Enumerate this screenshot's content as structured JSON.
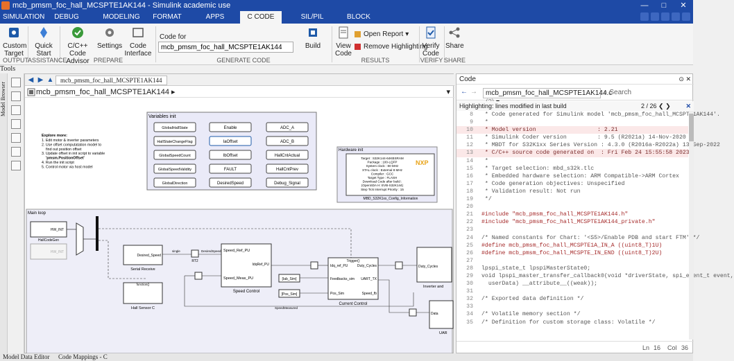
{
  "window": {
    "title": "mcb_pmsm_foc_hall_MCSPTE1AK144 - Simulink academic use",
    "controls": [
      "—",
      "□",
      "✕"
    ]
  },
  "tabs": [
    "SIMULATION",
    "DEBUG",
    "MODELING",
    "FORMAT",
    "APPS",
    "C CODE",
    "SIL/PIL",
    "BLOCK"
  ],
  "active_tab": "C CODE",
  "ribbon": {
    "custom_target": "Custom Target",
    "quick_start": "Quick Start",
    "code_advisor": "C/C++ Code Advisor",
    "settings": "Settings",
    "code_interface": "Code Interface",
    "code_for_label": "Code for",
    "code_for_value": "mcb_pmsm_foc_hall_MCSPTE1AK144",
    "build": "Build",
    "view_code": "View Code",
    "open_report": "Open Report",
    "remove_highlighting": "Remove Highlighting",
    "verify_code": "Verify Code",
    "share": "Share",
    "groups": [
      "OUTPUT",
      "ASSISTANCE",
      "PREPARE",
      "GENERATE CODE",
      "RESULTS",
      "VERIFY",
      "SHARE"
    ]
  },
  "tools_label": "Tools",
  "model_browser_label": "Model Browser",
  "model_tab": "mcb_pmsm_foc_hall_MCSPTE1AK144",
  "breadcrumb": "mcb_pmsm_foc_hall_MCSPTE1AK144",
  "diagram": {
    "variables_init_title": "Variables init",
    "variables": [
      "GlobalHallState",
      "Enable",
      "ADC_A",
      "HallStateChangeFlag",
      "IaOffset",
      "ADC_B",
      "GlobalSpeedCount",
      "IbOffset",
      "HallCntActual",
      "GlobalSpeedValidity",
      "FAULT",
      "HallCntPrev",
      "GlobalDirection",
      "DesiredSpeed",
      "Debug_Signal"
    ],
    "explore_title": "Explore more:",
    "explore": [
      "1. Edit motor & inverter parameters",
      "2. Use offset computatation model to",
      "find out position offset",
      "3. Update offset in init script to variable",
      "'pmsm.PositionOffset'",
      "4. Run the init script",
      "5. Control motor via host model"
    ],
    "hardware_init_title": "Hardware init",
    "hardware_lines": [
      "Target : S32K144-64KBSRAM",
      "Package : 100-LQFP",
      "System clock : 80 MHz",
      "XTAL clock : External 8 MHz",
      "Compiler : GCC",
      "Target Type : FLASH",
      "Download Code after build :",
      "(OpenSDA H: EVB-S32K144)",
      "Step Tick Interrupt Priority : 15"
    ],
    "hardware_logo": "NXP",
    "hardware_caption": "MBD_S32K1xx_Config_Information",
    "main_loop_title": "Main loop",
    "hw_int": "HW_INT",
    "hall_code_gen": "HallCodeGen",
    "serial_receive": "Serial Receive",
    "desired_speed": "Desired_Speed",
    "hall_sensor": "Hall Sensor C",
    "function_label": "function()",
    "rt2": "RT2",
    "speed_control": "Speed Control",
    "speed_ref_pu": "Speed_Ref_PU",
    "speed_meas_pu": "Speed_Meas_PU",
    "iq_ref_pu": "IdqRef_PU",
    "current_control": "Current Control",
    "trigger": "Trigger()",
    "cc_ports": [
      "Idq_ref_PU",
      "Feedbacks_sim",
      "Pos_Sim",
      "Duty_Cycles",
      "UART_TX",
      "Speed_fb"
    ],
    "iab_sim": "[Iab_Sim]",
    "pos_sim": "[Pos_Sim]",
    "duty_cycles": "Duty_Cycles",
    "inverter": "Inverter and",
    "data": "Data",
    "uart": "UAR",
    "single": "single",
    "desired_speed_sig": "DesiredSpeed",
    "speed_measured": "SpeedMeasured"
  },
  "code_panel": {
    "title": "Code",
    "file": "mcb_pmsm_foc_hall_MCSPTE1AK144.c",
    "file_count": "(2)",
    "search_placeholder": "Search",
    "highlight_label": "Highlighting: lines modified in last build",
    "counter": "2 / 26",
    "lines": [
      {
        "n": "8",
        "t": " * Code generated for Simulink model 'mcb_pmsm_foc_hall_MCSPTE1AK144'.",
        "k": "cm"
      },
      {
        "n": "9",
        "t": " *",
        "k": "cm"
      },
      {
        "n": "10",
        "t": " * Model version                  : 2.21",
        "k": "hl"
      },
      {
        "n": "11",
        "t": " * Simulink Coder version         : 9.5 (R2021a) 14-Nov-2020",
        "k": "cm"
      },
      {
        "n": "12",
        "t": " * MBDT for S32K1xx Series Version : 4.3.0 (R2016a-R2022a) 13-Sep-2022",
        "k": "cm"
      },
      {
        "n": "13",
        "t": " * C/C++ source code generated on  : Fri Feb 24 15:55:58 2023",
        "k": "hl"
      },
      {
        "n": "14",
        "t": " *",
        "k": "cm"
      },
      {
        "n": "15",
        "t": " * Target selection: mbd_s32k.tlc",
        "k": "cm"
      },
      {
        "n": "16",
        "t": " * Embedded hardware selection: ARM Compatible->ARM Cortex",
        "k": "cm"
      },
      {
        "n": "17",
        "t": " * Code generation objectives: Unspecified",
        "k": "cm"
      },
      {
        "n": "18",
        "t": " * Validation result: Not run",
        "k": "cm"
      },
      {
        "n": "19",
        "t": " */",
        "k": "cm"
      },
      {
        "n": "20",
        "t": "",
        "k": ""
      },
      {
        "n": "21",
        "t": "#include \"mcb_pmsm_foc_hall_MCSPTE1AK144.h\"",
        "k": "pp"
      },
      {
        "n": "22",
        "t": "#include \"mcb_pmsm_foc_hall_MCSPTE1AK144_private.h\"",
        "k": "pp"
      },
      {
        "n": "23",
        "t": "",
        "k": ""
      },
      {
        "n": "24",
        "t": "/* Named constants for Chart: '<S5>/Enable PDB and start FTM' */",
        "k": "cm"
      },
      {
        "n": "25",
        "t": "#define mcb_pmsm_foc_hall_MCSPTE1A_IN_A ((uint8_T)1U)",
        "k": "pp"
      },
      {
        "n": "26",
        "t": "#define mcb_pmsm_foc_hall_MCSPTE_IN_END ((uint8_T)2U)",
        "k": "pp"
      },
      {
        "n": "27",
        "t": "",
        "k": ""
      },
      {
        "n": "28",
        "t": "lpspi_state_t lpspiMasterState0;",
        "k": ""
      },
      {
        "n": "29",
        "t": "void lpspi_master_transfer_callback0(void *driverState, spi_event_t event,",
        "k": ""
      },
      {
        "n": "30",
        "t": "  userData) __attribute__((weak));",
        "k": ""
      },
      {
        "n": "31",
        "t": "",
        "k": ""
      },
      {
        "n": "32",
        "t": "/* Exported data definition */",
        "k": "cm"
      },
      {
        "n": "33",
        "t": "",
        "k": ""
      },
      {
        "n": "34",
        "t": "/* Volatile memory section */",
        "k": "cm"
      },
      {
        "n": "35",
        "t": "/* Definition for custom storage class: Volatile */",
        "k": "cm"
      }
    ],
    "status": {
      "ln": "Ln",
      "ln_val": "16",
      "col": "Col",
      "col_val": "36"
    }
  },
  "bottom_tabs": [
    "Model Data Editor",
    "Code Mappings - C"
  ]
}
